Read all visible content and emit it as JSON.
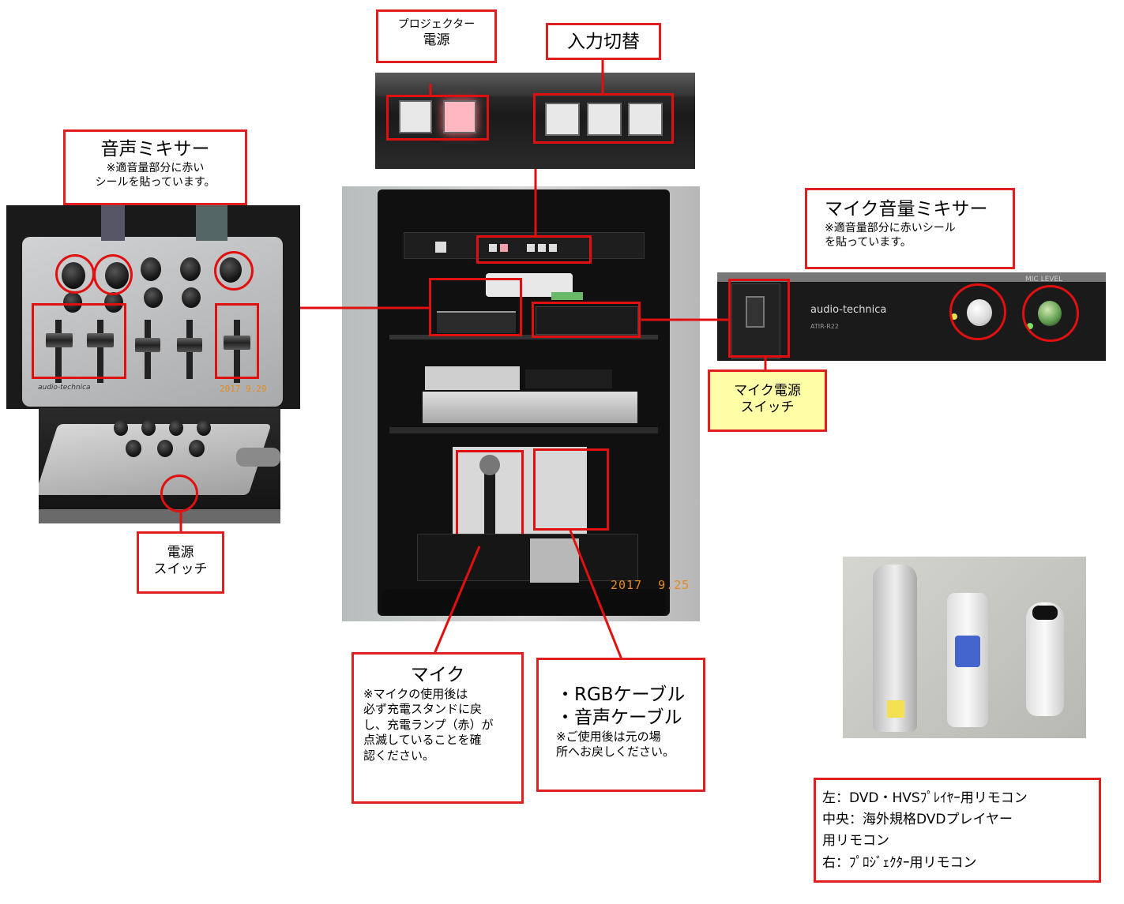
{
  "labels": {
    "projector_power": [
      "プロジェクター",
      "電源"
    ],
    "input_switch": "入力切替",
    "audio_mixer_title": "音声ミキサー",
    "audio_mixer_note": [
      "※適音量部分に赤い",
      "シールを貼っています。"
    ],
    "mic_mixer_title": "マイク音量ミキサー",
    "mic_mixer_note": [
      "※適音量部分に赤いシール",
      "を貼っています。"
    ],
    "mic_power_switch": [
      "マイク電源",
      "スイッチ"
    ],
    "power_switch": [
      "電源",
      "スイッチ"
    ],
    "mic_title": "マイク",
    "mic_note": [
      "※マイクの使用後は",
      "必ず充電スタンドに戻",
      "し、充電ランプ（赤）が",
      "点滅していることを確",
      "認ください。"
    ],
    "cable_items": [
      "・RGBケーブル",
      "・音声ケーブル"
    ],
    "cable_note": [
      "※ご使用後は元の場",
      "所へお戻しください。"
    ],
    "remote_lines": [
      "左：DVD・HVSﾌﾟﾚｲﾔｰ用リモコン",
      "中央：海外規格DVDプレイヤー",
      "用リモコン",
      "右：ﾌﾟﾛｼﾞｪｸﾀｰ用リモコン"
    ]
  },
  "photo_text": {
    "date_stamp": "2017  9.25",
    "mixer_date_stamp": "2017 9.29",
    "audio_technica": "audio-technica",
    "mic_level": "MIC LEVEL",
    "model": "ATIR-R22"
  },
  "colors": {
    "highlight": "#e01010",
    "label_border": "#e02020",
    "yellow_label": "#ffffa8",
    "date_stamp": "#e88a1a"
  }
}
